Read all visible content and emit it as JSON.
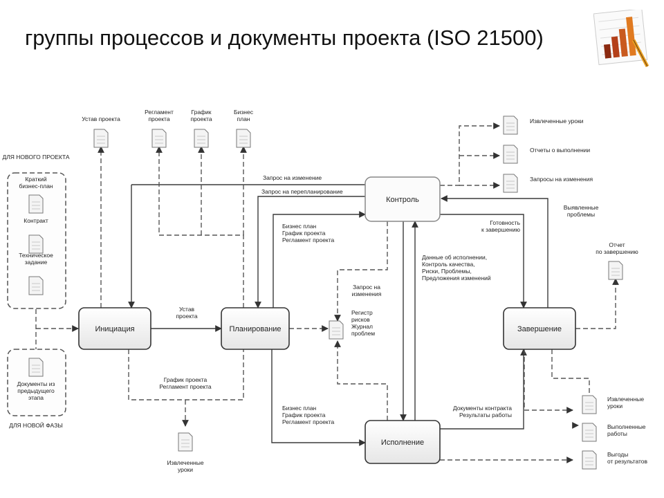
{
  "title": "группы процессов и документы проекта (ISO 21500)",
  "processes": {
    "initiation": "Инициация",
    "planning": "Планирование",
    "control": "Контроль",
    "execution": "Исполнение",
    "closing": "Завершение"
  },
  "panels": {
    "new_project": "ДЛЯ НОВОГО ПРОЕКТА",
    "new_project_docs": [
      "Краткий бизнес-план",
      "Контракт",
      "Техническое задание"
    ],
    "new_phase": "ДЛЯ НОВОЙ ФАЗЫ",
    "new_phase_docs": [
      "Документы из предыдущего этапа"
    ]
  },
  "top_docs": [
    "Устав проекта",
    "Регламент проекта",
    "График проекта",
    "Бизнес план"
  ],
  "control_outputs": [
    "Извлеченные уроки",
    "Отчеты о выполнении",
    "Запросы на изменения"
  ],
  "labels": {
    "change_request": "Запрос на изменение",
    "replan_request": "Запрос на перепланирование",
    "plan_docs": [
      "Бизнес план",
      "График проекта",
      "Регламент проекта"
    ],
    "charter": [
      "Устав",
      "проекта"
    ],
    "change_requests": [
      "Запрос на",
      "изменения"
    ],
    "registers": [
      "Регистр",
      "рисков",
      "Журнал",
      "проблем"
    ],
    "exec_data": [
      "Данные об исполнении,",
      "Контроль качества,",
      "Риски, Проблемы,",
      "Предложения изменений"
    ],
    "ready": [
      "Готовность",
      "к завершению"
    ],
    "issues": [
      "Выявленные",
      "проблемы"
    ],
    "closing_report": [
      "Отчет",
      "по завершению"
    ],
    "init_out": [
      "График проекта",
      "Регламент проекта"
    ],
    "init_lessons": [
      "Извлеченные",
      "уроки"
    ],
    "exec_in": [
      "Бизнес план",
      "График проекта",
      "Регламент проекта"
    ],
    "contract_docs": [
      "Документы контракта",
      "Результаты работы"
    ]
  },
  "closing_outputs": [
    [
      "Извлеченные",
      "уроки"
    ],
    [
      "Выполненные",
      "работы"
    ],
    [
      "Выгоды",
      "от результатов"
    ]
  ]
}
